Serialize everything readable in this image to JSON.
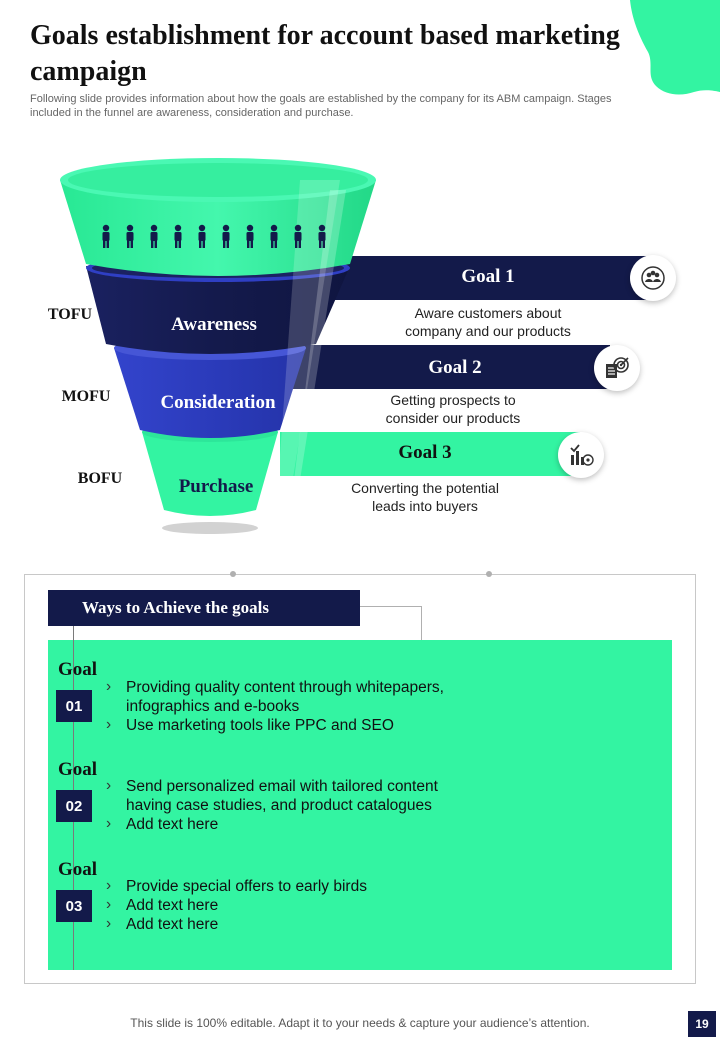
{
  "title": "Goals establishment for account based marketing campaign",
  "subtitle": "Following slide provides information about how the goals are established by the company for its ABM  campaign. Stages included in the funnel are awareness, consideration and purchase.",
  "stages": [
    {
      "label": "TOFU",
      "name": "Awareness"
    },
    {
      "label": "MOFU",
      "name": "Consideration"
    },
    {
      "label": "BOFU",
      "name": "Purchase"
    }
  ],
  "goals": [
    {
      "title": "Goal 1",
      "desc_line1": "Aware customers about",
      "desc_line2": "company and our products",
      "icon": "people-network-icon"
    },
    {
      "title": "Goal 2",
      "desc_line1": "Getting prospects to",
      "desc_line2": "consider our products",
      "icon": "target-checklist-icon"
    },
    {
      "title": "Goal 3",
      "desc_line1": "Converting the potential",
      "desc_line2": "leads into buyers",
      "icon": "chart-target-icon"
    }
  ],
  "ways": {
    "header": "Ways to Achieve the goals",
    "items": [
      {
        "goal_word": "Goal",
        "number": "01",
        "bullets": [
          "Providing quality content through  whitepapers, infographics and e-books",
          "Use marketing tools like PPC and SEO"
        ]
      },
      {
        "goal_word": "Goal",
        "number": "02",
        "bullets": [
          "Send personalized email with tailored content having case studies, and product catalogues",
          "Add text here"
        ]
      },
      {
        "goal_word": "Goal",
        "number": "03",
        "bullets": [
          "Provide special offers to early birds",
          "Add text here",
          "Add text here"
        ]
      }
    ]
  },
  "footer": "This slide is 100% editable. Adapt it to your needs & capture your audience’s attention.",
  "page_number": "19",
  "colors": {
    "navy": "#131a4a",
    "blue": "#2f3fc4",
    "green": "#33f4a2"
  }
}
